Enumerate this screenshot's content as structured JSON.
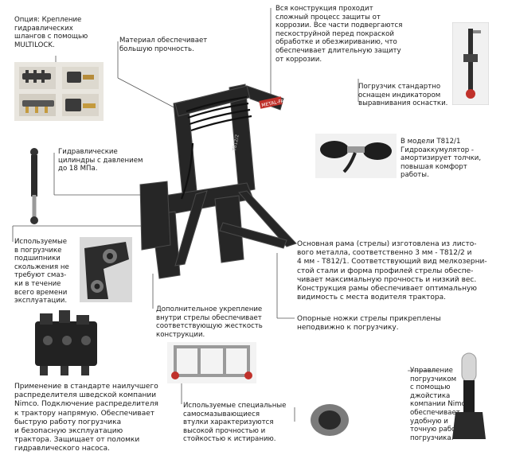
{
  "labels": {
    "multilock": "Опция: Крепление\nгидравлических\nшлангов с помощью\nMULTILOCK.",
    "material": "Материал обеспечивает\nбольшую прочность.",
    "corrosion": "Вся конструкция проходит\nсложный процесс защиты от\nкоррозии. Все части подвергаются\nпескоструйной перед покраской\nобработке и обезжириванию, что\nобеспечивает длительную защиту\nот коррозии.",
    "indicator": "Погрузчик стандартно\nоснащен индикатором\nвыравнивания оснастки.",
    "cylinders": "Гидравлические\nцилиндры с давлением\nдо 18 МПа.",
    "accumulator": "В модели  T812/1\nГидроаккумулятор -\nамортизирует толчки,\nповышая комфорт\nработы.",
    "bearings": "Используемые\nв погрузчике\nподшипники\nскольжения не\nтребуют смаз-\nки в течение\nвсего времени\nэксплуатации.",
    "frame": "Основная рама (стрелы) изготовлена из листо-\nвого металла, соответственно 3 мм - T812/2 и\n4 мм - T812/1. Соответствующий вид мелкозерни-\nстой стали и форма профилей стрелы обеспе-\nчивает максимальную прочность и низкий вес.\nКонструкция рамы обеспечивает оптимальную\nвидимость с места водителя трактора.",
    "reinforcement": "Дополнительное укрепление\nвнутри стрелы обеспечивает\nсоответствующую жесткость\nконструкции.",
    "legs": "Опорные ножки стрелы прикреплены\nнеподвижно к погрузчику.",
    "distributor": "Применение в стандарте наилучшего\nраспределителя шведской компании\nNimco. Подключение распределителя\nк трактору напрямую. Обеспечивает\nбыструю работу погрузчика\nи безопасную эксплуатацию\nтрактора. Защищает от поломки\nгидравлического насоса.",
    "bushings": "Используемые специальные\nсамосмазывающиеся\nвтулки характеризуются\nвысокой прочностью и\nстойкостью к истиранию.",
    "joystick": "Управление\nпогрузчиком\nс помощью\nджойстика\nкомпании Nimco\nобеспечивает\nудобную и\nточную работу\nпогрузчика."
  },
  "brand_text": "METAL-FACH",
  "model_text": "T812/2",
  "colors": {
    "loader": "#262626",
    "loader_edge": "#4a4a4a",
    "brand_plate": "#c0312b",
    "line": "#555555"
  }
}
